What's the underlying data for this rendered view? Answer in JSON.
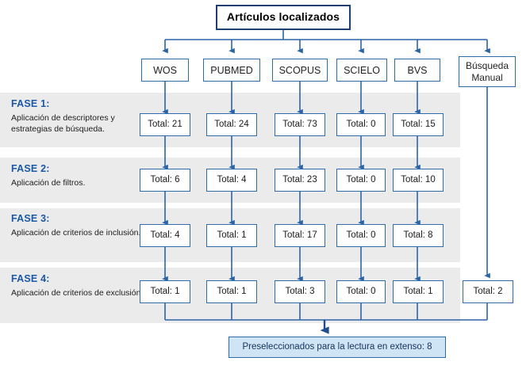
{
  "diagram": {
    "title_box": {
      "label": "Artículos localizados"
    },
    "sources": [
      {
        "name": "source-wos",
        "label": "WOS"
      },
      {
        "name": "source-pubmed",
        "label": "PUBMED"
      },
      {
        "name": "source-scopus",
        "label": "SCOPUS"
      },
      {
        "name": "source-scielo",
        "label": "SCIELO"
      },
      {
        "name": "source-bvs",
        "label": "BVS"
      },
      {
        "name": "source-manual",
        "label": "Búsqueda Manual"
      }
    ],
    "phases": [
      {
        "title": "FASE 1:",
        "description": "Aplicación de descriptores y estrategias de búsqueda."
      },
      {
        "title": "FASE 2:",
        "description": "Aplicación de filtros."
      },
      {
        "title": "FASE 3:",
        "description": "Aplicación de criterios de inclusión."
      },
      {
        "title": "FASE 4:",
        "description": "Aplicación de criterios de exclusión."
      }
    ],
    "total_prefix": "Total:",
    "totals": [
      {
        "phase": "FASE 1",
        "values": [
          "Total: 21",
          "Total: 24",
          "Total: 73",
          "Total: 0",
          "Total: 15"
        ]
      },
      {
        "phase": "FASE 2",
        "values": [
          "Total: 6",
          "Total: 4",
          "Total: 23",
          "Total: 0",
          "Total: 10"
        ]
      },
      {
        "phase": "FASE 3",
        "values": [
          "Total: 4",
          "Total: 1",
          "Total: 17",
          "Total: 0",
          "Total: 8"
        ]
      },
      {
        "phase": "FASE 4",
        "values": [
          "Total: 1",
          "Total: 1",
          "Total: 3",
          "Total: 0",
          "Total: 1"
        ]
      }
    ],
    "manual_total": "Total: 2",
    "final_box": {
      "label": "Preseleccionados para la lectura en extenso: 8"
    },
    "colors": {
      "band_grey": "#ebebeb",
      "box_border_blue": "#2e6bab",
      "title_border_blue": "#1f3f75",
      "arrow_blue": "#2a64a8",
      "phase_title_blue": "#1a58a8",
      "final_fill_blue": "#cfe4f5",
      "page_background": "#ffffff"
    }
  }
}
